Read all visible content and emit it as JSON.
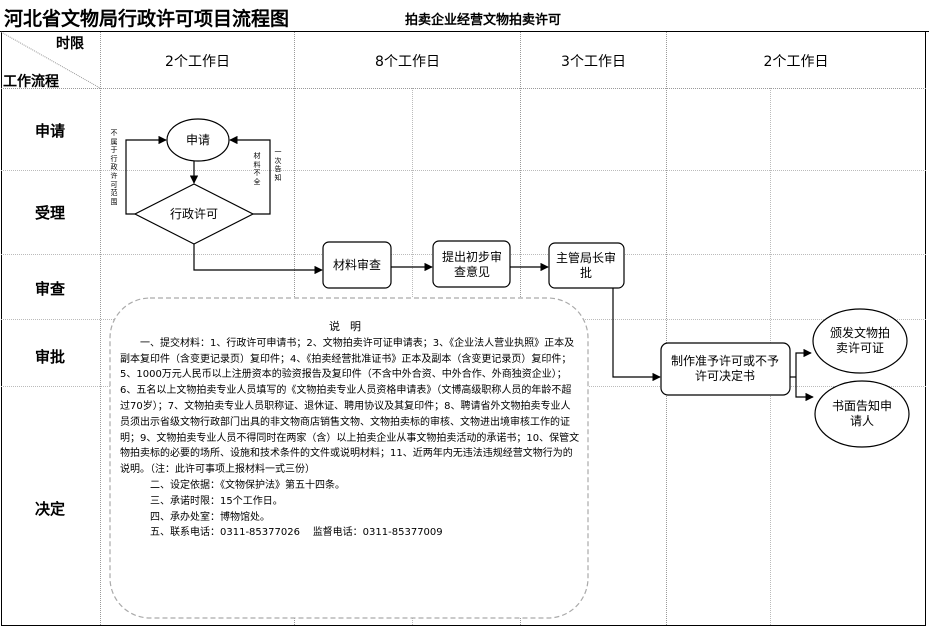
{
  "title": "河北省文物局行政许可项目流程图",
  "subtitle": "拍卖企业经营文物拍卖许可",
  "header": {
    "time_label": "时限",
    "flow_label": "工作流程",
    "columns": [
      "2个工作日",
      "8个工作日",
      "3个工作日",
      "2个工作日"
    ]
  },
  "stages": [
    "申请",
    "受理",
    "审查",
    "审批",
    "决定"
  ],
  "nodes": {
    "apply": "申请",
    "admin_permit": "行政许可",
    "material_review": "材料审查",
    "preliminary_opinion": "提出初步审查意见",
    "director_approval": "主管局长审批",
    "decision": "制作准予许可或不予许可决定书",
    "issue_certificate": "颁发文物拍卖许可证",
    "written_notice": "书面告知申请人"
  },
  "side_labels": {
    "out_of_scope": "不属于行政许可范围",
    "materials_incomplete": "材料不全",
    "one_time_notice": "一次告知"
  },
  "notes": {
    "title": "说明",
    "item1": "一、提交材料：1、行政许可申请书；2、文物拍卖许可证申请表；3、《企业法人营业执照》正本及副本复印件（含变更记录页）复印件；4、《拍卖经营批准证书》正本及副本（含变更记录页）复印件；5、1000万元人民币以上注册资本的验资报告及复印件（不含中外合资、中外合作、外商独资企业）；6、五名以上文物拍卖专业人员填写的《文物拍卖专业人员资格申请表》（文博高级职称人员的年龄不超过70岁）；7、文物拍卖专业人员职称证、退休证、聘用协议及其复印件；8、聘请省外文物拍卖专业人员须出示省级文物行政部门出具的非文物商店销售文物、文物拍卖标的审核、文物进出境审核工作的证明；9、文物拍卖专业人员不得同时在两家（含）以上拍卖企业从事文物拍卖活动的承诺书；10、保管文物拍卖标的必要的场所、设施和技术条件的文件或说明材料；11、近两年内无违法违规经营文物行为的说明。（注：此许可事项上报材料一式三份）",
    "item2": "二、设定依据：《文物保护法》第五十四条。",
    "item3": "三、承诺时限：15个工作日。",
    "item4": "四、承办处室：博物馆处。",
    "item5_phone": "五、联系电话：0311-85377026",
    "item5_supervise": "监督电话：0311-85377009"
  }
}
